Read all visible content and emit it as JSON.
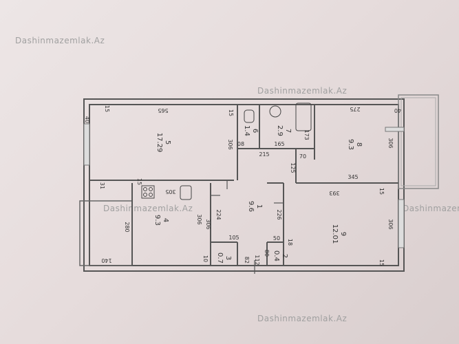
{
  "watermarks": [
    "Dashinmazemlak.Az",
    "Dashinmazemlak.Az",
    "Dashinmazemlak.Az",
    "Dashinmazemlak.Az",
    "Dashinmazemlak.Az"
  ],
  "rooms": [
    {
      "number": "5",
      "area": "17.29"
    },
    {
      "number": "6",
      "area": "1.4"
    },
    {
      "number": "7",
      "area": "2.9"
    },
    {
      "number": "8",
      "area": "9.3"
    },
    {
      "number": "1",
      "area": "9.6"
    },
    {
      "number": "4",
      "area": "9.3"
    },
    {
      "number": "9",
      "area": "12.01"
    },
    {
      "number": "3",
      "area": "0.7"
    },
    {
      "number": "2",
      "area": "0.4"
    }
  ],
  "dimensions": [
    "565",
    "306",
    "15",
    "15",
    "40",
    "08",
    "215",
    "165",
    "275",
    "40",
    "306",
    "173",
    "70",
    "345",
    "125",
    "31",
    "15",
    "305",
    "224",
    "226",
    "393",
    "15",
    "306",
    "280",
    "140",
    "306",
    "10",
    "105",
    "82",
    "112",
    "80",
    "50",
    "18",
    "306",
    "15"
  ],
  "colors": {
    "wall": "#555555",
    "text": "#333333",
    "background": "#e8e0e0"
  }
}
